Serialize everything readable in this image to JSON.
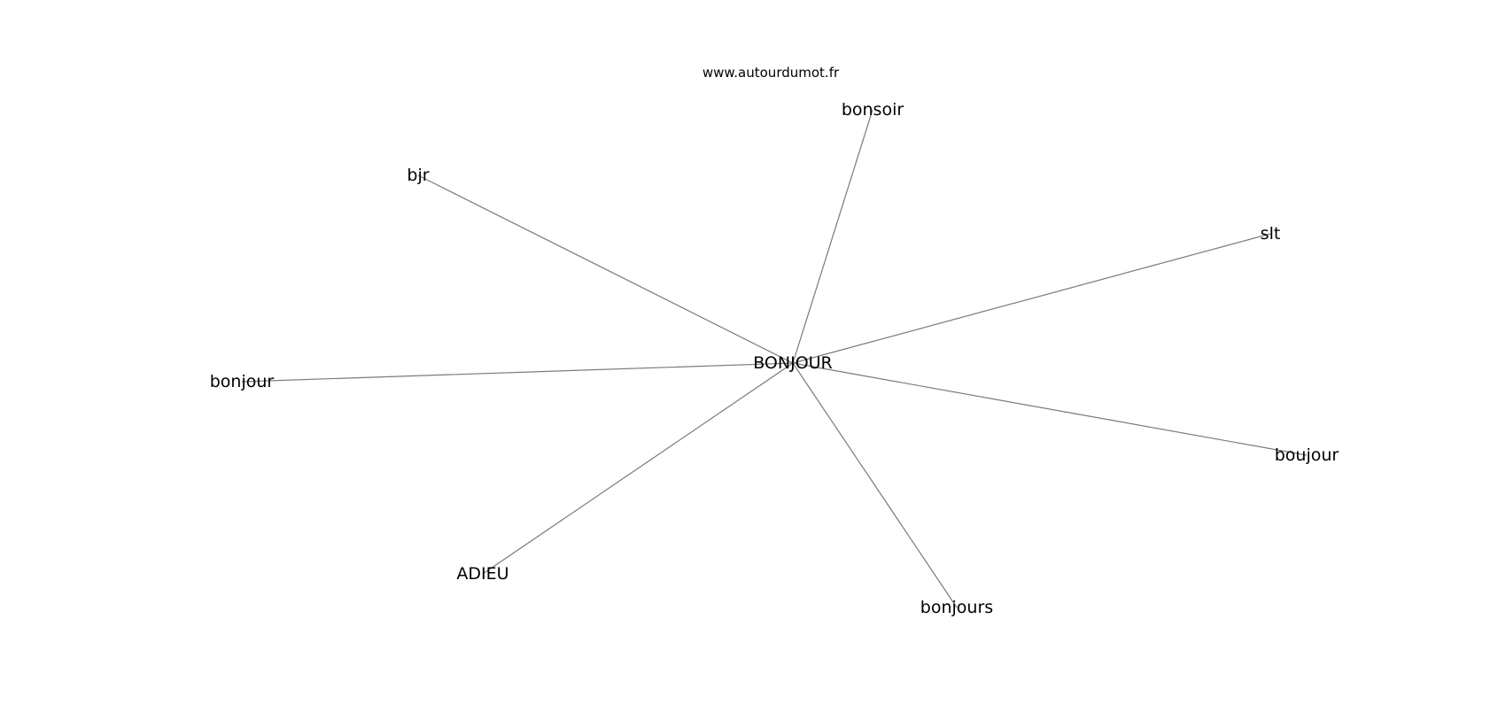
{
  "site": "www.autourdumot.fr",
  "graph": {
    "center": "BONJOUR",
    "neighbors": [
      "bonsoir",
      "bjr",
      "slt",
      "bonjour",
      "boujour",
      "ADIEU",
      "bonjours"
    ]
  },
  "colors": {
    "edge": "#7a7a7a",
    "text": "#000000",
    "background": "#ffffff"
  }
}
